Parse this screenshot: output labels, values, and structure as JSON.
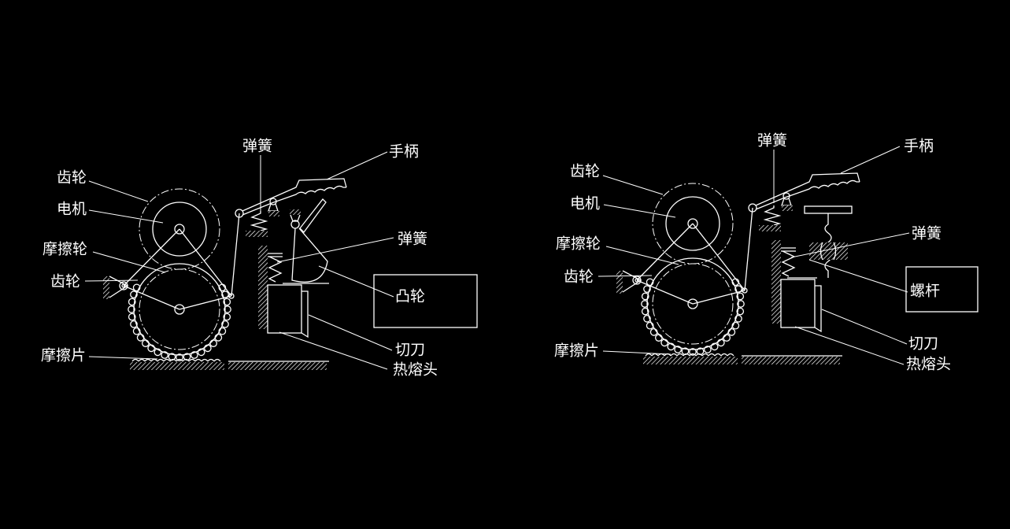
{
  "colors": {
    "background": "#000000",
    "line": "#ffffff"
  },
  "diagrams": [
    {
      "labels": {
        "gear_top": "齿轮",
        "motor": "电机",
        "friction_wheel": "摩擦轮",
        "gear_side": "齿轮",
        "friction_plate": "摩擦片",
        "spring_top": "弹簧",
        "handle": "手柄",
        "spring_mid": "弹簧",
        "cam": "凸轮",
        "cutter": "切刀",
        "heat_head": "热熔头"
      }
    },
    {
      "labels": {
        "gear_top": "齿轮",
        "motor": "电机",
        "friction_wheel": "摩擦轮",
        "gear_side": "齿轮",
        "friction_plate": "摩擦片",
        "spring_top": "弹簧",
        "handle": "手柄",
        "spring_mid": "弹簧",
        "screw": "螺杆",
        "cutter": "切刀",
        "heat_head": "热熔头"
      }
    }
  ]
}
